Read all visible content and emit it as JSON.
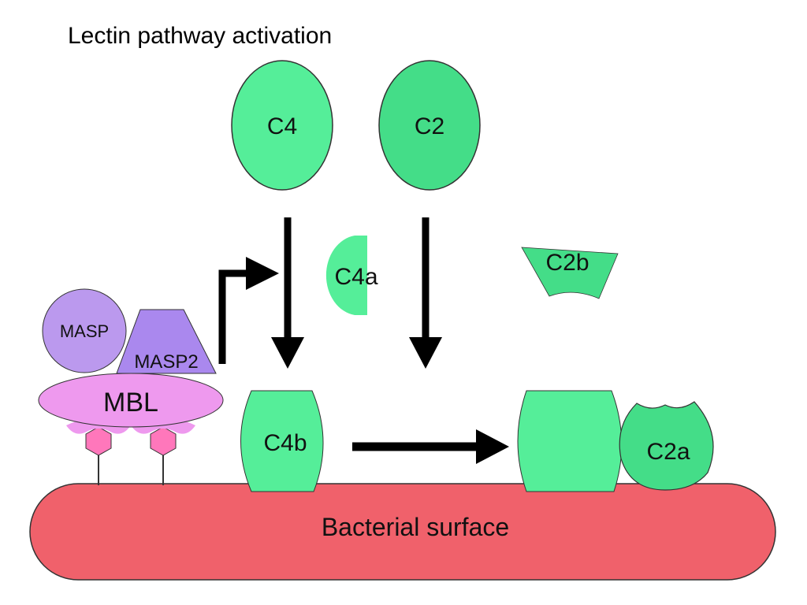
{
  "title": "Lectin pathway activation",
  "colors": {
    "c4_family": "#55ee99",
    "c2_family": "#44dd88",
    "masp": "#bb99ee",
    "masp2": "#aa88ee",
    "mbl": "#ee99ee",
    "sugar": "#ff77bb",
    "surface": "#f0616b",
    "arrow": "#000000",
    "outline": "#333333"
  },
  "labels": {
    "c4": "C4",
    "c2": "C2",
    "c4a": "C4a",
    "c2b": "C2b",
    "c4b": "C4b",
    "c2a": "C2a",
    "masp": "MASP",
    "masp2": "MASP2",
    "mbl": "MBL",
    "surface": "Bacterial surface"
  }
}
